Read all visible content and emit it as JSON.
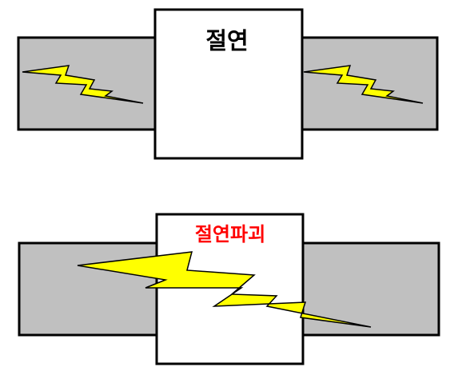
{
  "panels": [
    {
      "label": "절연",
      "label_color": "#000000",
      "state": "insulation"
    },
    {
      "label": "절연파괴",
      "label_color": "#ff0000",
      "state": "breakdown"
    }
  ],
  "colors": {
    "conductor_fill": "#c0c0c0",
    "insulator_fill": "#ffffff",
    "outline": "#000000",
    "spark_fill": "#ffff00"
  }
}
